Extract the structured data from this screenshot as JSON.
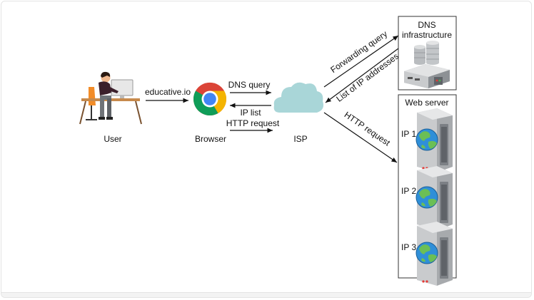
{
  "nodes": {
    "user": "User",
    "browser": "Browser",
    "isp": "ISP",
    "dns": [
      "DNS",
      "infrastructure"
    ],
    "web_server": "Web server"
  },
  "servers": [
    "IP 1",
    "IP 2",
    "IP 3"
  ],
  "edges": {
    "user_to_browser": "educative.io",
    "dns_query": "DNS query",
    "ip_list": "IP list",
    "http_request_browser": "HTTP request",
    "forwarding_query": "Forwarding query",
    "list_ip_addresses": "List of IP addresses",
    "http_request_isp": "HTTP request"
  },
  "colors": {
    "arrow": "#111111",
    "cloud": "#a9d6d8",
    "server_body": "#c9cbcd",
    "globe_sea": "#2f8fd8",
    "globe_land": "#6bbf55"
  },
  "icons": {
    "user": "person-at-desk-icon",
    "browser": "chrome-browser-icon",
    "isp": "cloud-icon",
    "dns": "database-server-icon",
    "server": "globe-server-icon"
  }
}
